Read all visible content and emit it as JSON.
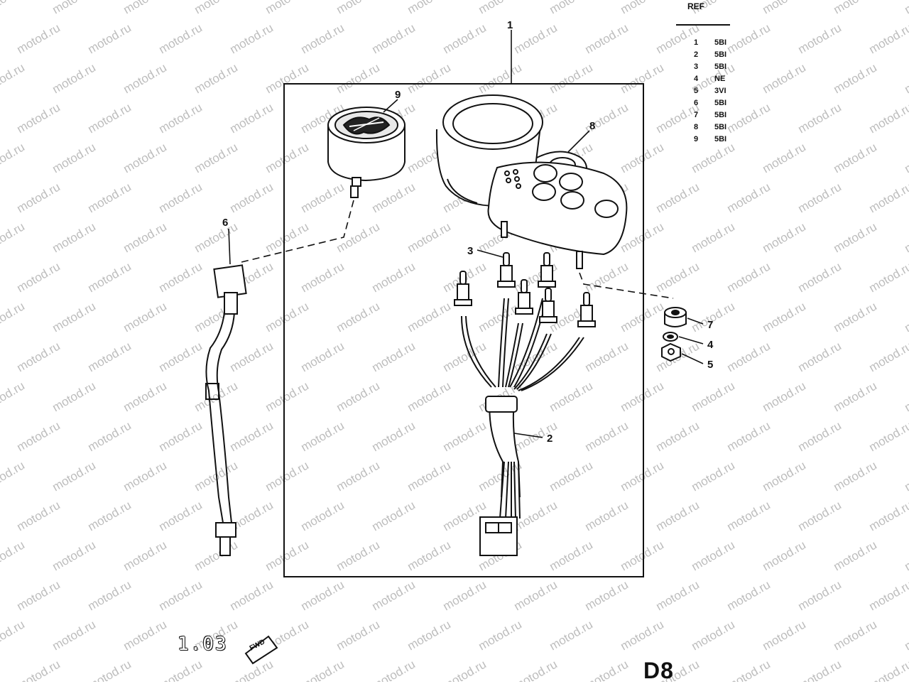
{
  "watermark": {
    "text": "motod.ru"
  },
  "callouts": {
    "c1": "1",
    "c2": "2",
    "c3": "3",
    "c4": "4",
    "c5": "5",
    "c6": "6",
    "c7": "7",
    "c8": "8",
    "c9": "9"
  },
  "ref_table": {
    "header": "REF",
    "rows": [
      {
        "no": "1",
        "code": "5BI"
      },
      {
        "no": "2",
        "code": "5BI"
      },
      {
        "no": "3",
        "code": "5BI"
      },
      {
        "no": "4",
        "code": "NE"
      },
      {
        "no": "5",
        "code": "3VI"
      },
      {
        "no": "6",
        "code": "5BI"
      },
      {
        "no": "7",
        "code": "5BI"
      },
      {
        "no": "8",
        "code": "5BI"
      },
      {
        "no": "9",
        "code": "5BI"
      }
    ]
  },
  "footer": {
    "page_code": "1.03",
    "direction_badge": "FWD",
    "section_code": "D8"
  }
}
